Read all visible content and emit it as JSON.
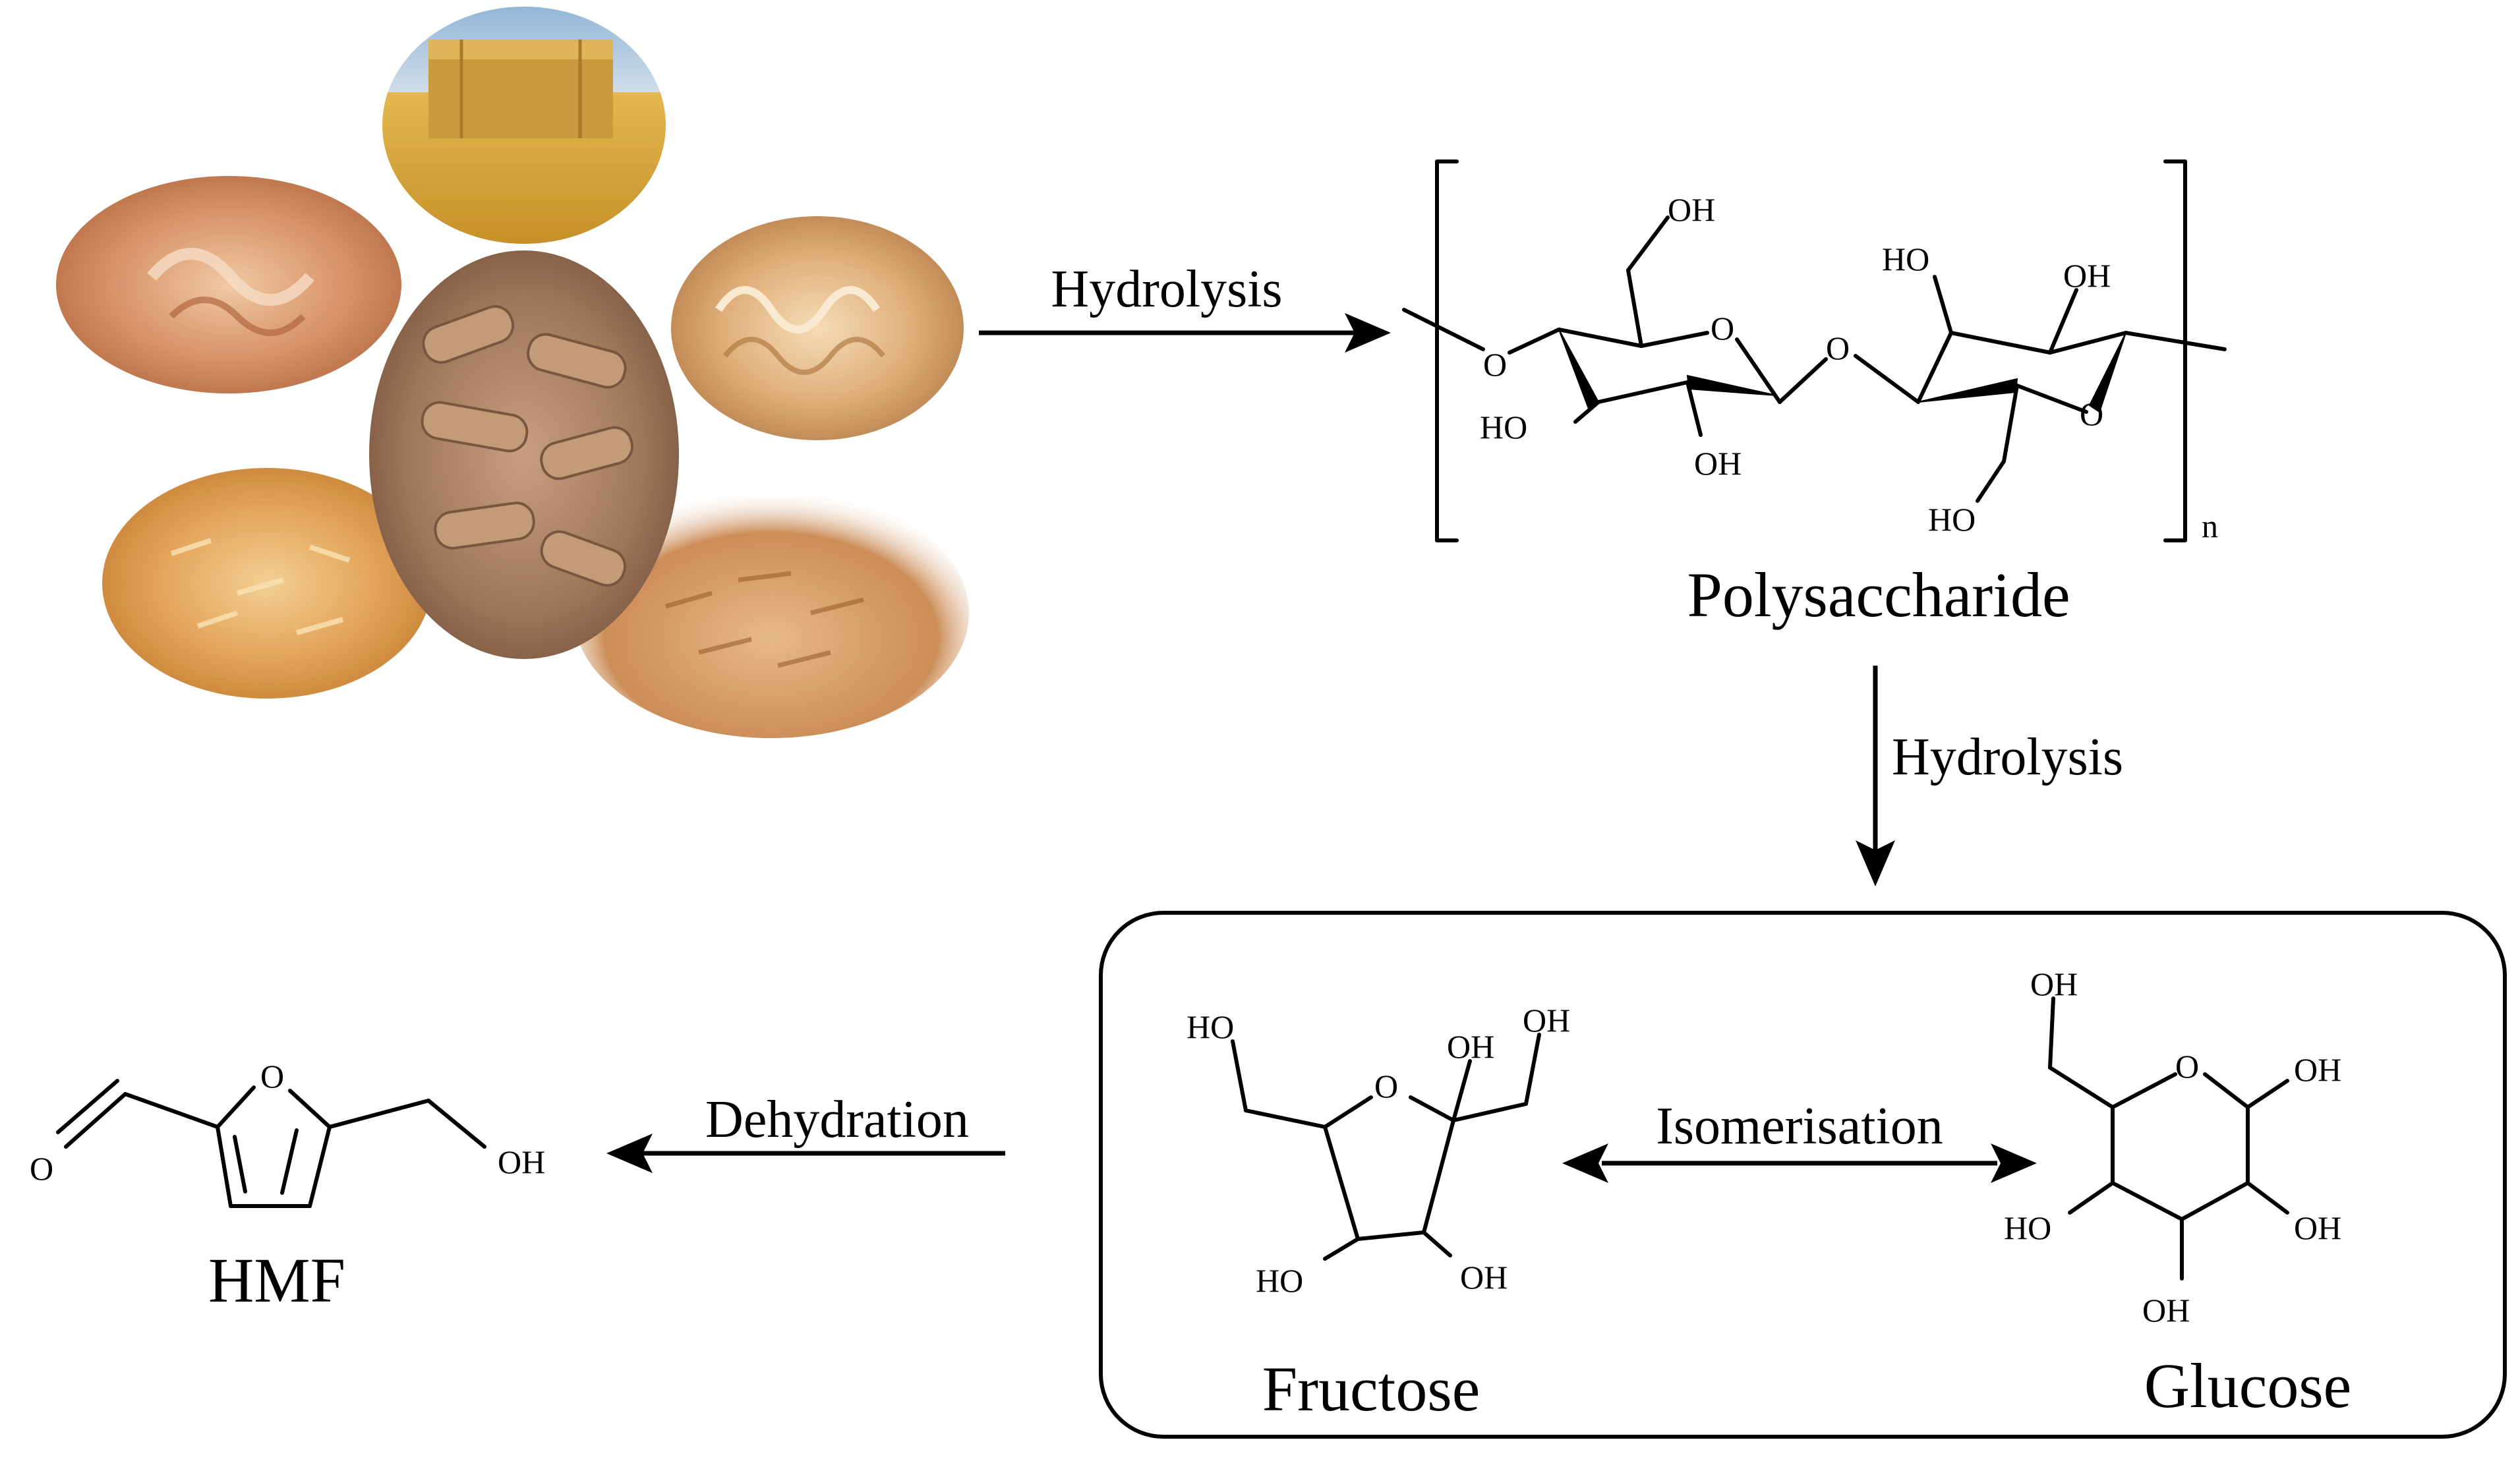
{
  "arrows": {
    "top": "Hydrolysis",
    "down": "Hydrolysis",
    "middle": "Isomerisation",
    "left": "Dehydration"
  },
  "compounds": {
    "polysaccharide": "Polysaccharide",
    "fructose": "Fructose",
    "glucose": "Glucose",
    "hmf": "HMF"
  },
  "atoms": {
    "O": "O",
    "OH": "OH",
    "HO": "HO",
    "n": "n"
  },
  "biomass_images": [
    "straw-bale",
    "wood-shavings",
    "wood-pellets",
    "curly-shavings",
    "rice-husk",
    "wood-chips"
  ],
  "colors": {
    "ink": "#000000",
    "wood_light": "#e9c08e",
    "wood_mid": "#c9925a",
    "wood_dark": "#a86c3c",
    "straw": "#d9a441",
    "sky": "#8fb3d6"
  }
}
